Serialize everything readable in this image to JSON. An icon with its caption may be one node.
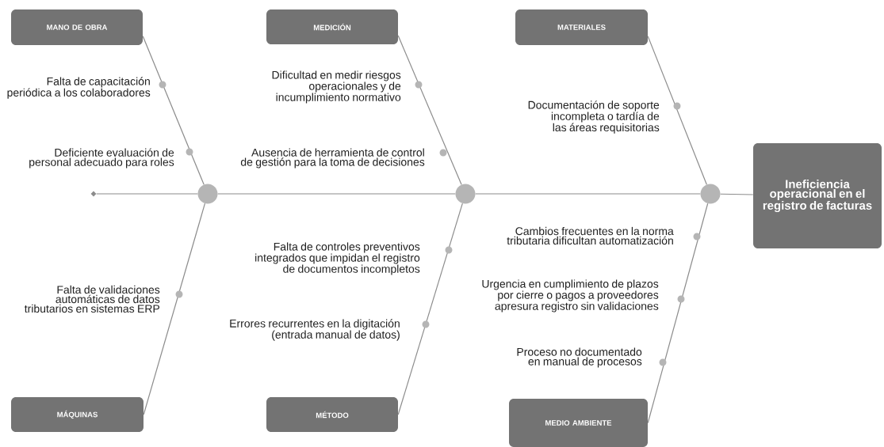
{
  "diagram": {
    "nodes": [
      {
        "text": [
          "Ineficiencia operacional en el registro de facturas"
        ]
      },
      {
        "text": [
          "MANO DE OBRA"
        ]
      },
      {
        "text": [
          "MEDICIÓN"
        ]
      },
      {
        "text": [
          "MATERIALES"
        ]
      },
      {
        "text": [
          "MÁQUINAS"
        ]
      },
      {
        "text": [
          "MÉTODO"
        ]
      },
      {
        "text": [
          "MEDIO AMBIENTE"
        ]
      },
      {
        "text": [],
        "shape": "circle"
      },
      {
        "text": [],
        "shape": "circle"
      },
      {
        "text": [],
        "shape": "circle"
      },
      {
        "text": [],
        "shape": "diamond"
      }
    ],
    "edges": [
      {
        "from": 1,
        "to": 7,
        "arrow": "none"
      },
      {
        "from": 4,
        "to": 7,
        "arrow": "none"
      },
      {
        "from": 2,
        "to": 8,
        "arrow": "none"
      },
      {
        "from": 5,
        "to": 8,
        "arrow": "none"
      },
      {
        "from": 3,
        "to": 9,
        "arrow": "none"
      },
      {
        "from": 6,
        "to": 9,
        "arrow": "none"
      },
      {
        "from": 10,
        "to": 7,
        "arrow": "none"
      },
      {
        "from": 7,
        "to": 8,
        "arrow": "none"
      },
      {
        "from": 8,
        "to": 9,
        "arrow": "none"
      },
      {
        "from": 9,
        "to": 0,
        "arrow": "none"
      }
    ],
    "labels": [
      "Falta de capacitación periódica a los colaboradores",
      "Dificultad en medir riesgos operacionales y de incumplimiento normativo",
      "Documentación de soporte incompleta o tardía de las áreas requisitorias",
      "Deficiente evaluación de personal adecuado para roles",
      "Ausencia de herramienta de control de gestión para la toma de decisiones",
      "Cambios frecuentes en la norma tributaria dificultan automatización",
      "Falta de controles preventivos integrados que impidan el registro de documentos incompletos",
      "Falta de validaciones automáticas de datos tributarios en sistemas ERP",
      "Urgencia en cumplimiento de plazos por cierre o pagos a proveedores apresura registro sin validaciones",
      "Errores recurrentes en la digitación (entrada manual de datos)",
      "Proceso no documentado en manual de procesos"
    ]
  }
}
